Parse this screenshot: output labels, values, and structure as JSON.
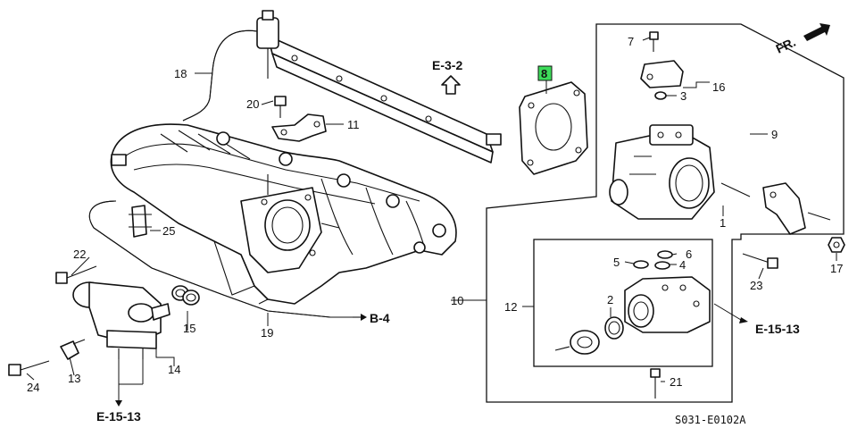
{
  "diagram": {
    "part_numbers": {
      "p1": "1",
      "p2": "2",
      "p3": "3",
      "p4": "4",
      "p5": "5",
      "p6": "6",
      "p7": "7",
      "p8": "8",
      "p9": "9",
      "p10": "10",
      "p11": "11",
      "p12": "12",
      "p13": "13",
      "p14": "14",
      "p15": "15",
      "p16": "16",
      "p17": "17",
      "p18": "18",
      "p19": "19",
      "p20": "20",
      "p21": "21",
      "p22": "22",
      "p23": "23",
      "p24": "24",
      "p25": "25"
    },
    "highlighted_part": "8",
    "references": {
      "e32": "E-3-2",
      "b4": "B-4",
      "e1513_right": "E-15-13",
      "e1513_left": "E-15-13"
    },
    "direction_label": "FR.",
    "diagram_code": "S031-E0102A",
    "colors": {
      "highlight": "#3ddc5a",
      "ink": "#111111"
    }
  }
}
